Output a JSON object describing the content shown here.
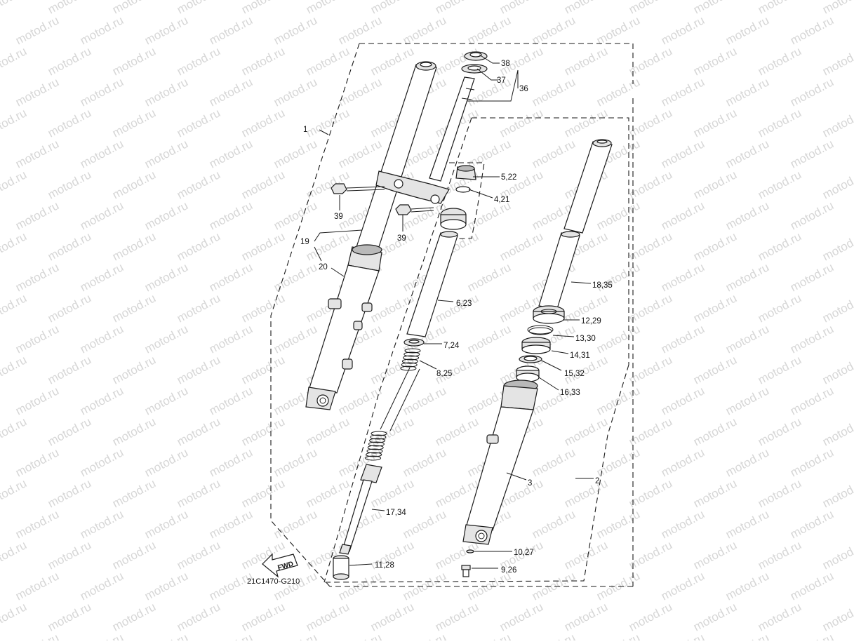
{
  "watermark": {
    "text": "motod.ru",
    "color": "#d6d6d6"
  },
  "diagram_code": "21C1470-G210",
  "fwd_label": "FWD",
  "callouts": {
    "c38": "38",
    "c37": "37",
    "c36": "36",
    "c1": "1",
    "c5_22": "5,22",
    "c4_21": "4,21",
    "c39a": "39",
    "c39b": "39",
    "c19": "19",
    "c20": "20",
    "c18_35": "18,35",
    "c6_23": "6,23",
    "c12_29": "12,29",
    "c13_30": "13,30",
    "c7_24": "7,24",
    "c14_31": "14,31",
    "c8_25": "8,25",
    "c15_32": "15,32",
    "c16_33": "16,33",
    "c3": "3",
    "c2": "2",
    "c17_34": "17,34",
    "c10_27": "10,27",
    "c11_28": "11,28",
    "c9_26": "9,26"
  }
}
